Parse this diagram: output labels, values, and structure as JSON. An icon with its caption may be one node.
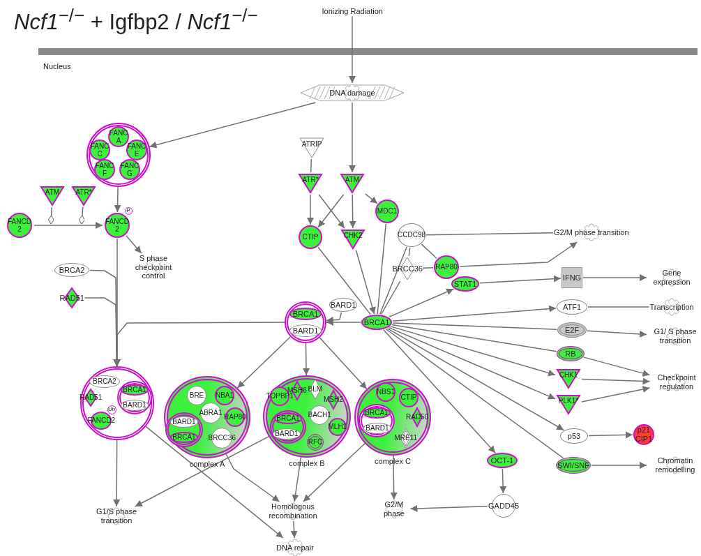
{
  "diagram": {
    "title": "*Ncf1*$^{−/−}$ + Igfbp2 / *Ncf1*$^{−/−}$",
    "nodes": [
      {
        "text": [
          "Ionizing Radiation"
        ]
      },
      {
        "text": [
          "DNA damage"
        ]
      },
      {
        "text": [],
        "shape": "circle"
      },
      {
        "text": [
          "FANC A"
        ],
        "in": 2
      },
      {
        "text": [
          "FANC C"
        ],
        "in": 2
      },
      {
        "text": [
          "FANC E"
        ],
        "in": 2
      },
      {
        "text": [
          "FANC F"
        ],
        "in": 2
      },
      {
        "text": [
          "FANC G"
        ],
        "in": 2
      },
      {
        "text": [
          "ATM"
        ]
      },
      {
        "text": [
          "ATR*"
        ]
      },
      {
        "text": [
          "FANCD 2"
        ]
      },
      {
        "text": [
          "FANCD 2"
        ]
      },
      {
        "text": [
          "P"
        ]
      },
      {
        "text": [
          "S phase checkpoint control"
        ]
      },
      {
        "text": [
          "BRCA2"
        ]
      },
      {
        "text": [
          "RAD51"
        ]
      },
      {
        "text": [
          "ATRIP"
        ]
      },
      {
        "text": [
          "ATR*"
        ]
      },
      {
        "text": [
          "ATM"
        ]
      },
      {
        "text": [
          "MDC1"
        ]
      },
      {
        "text": [
          "CTIP"
        ]
      },
      {
        "text": [
          "CHK2"
        ]
      },
      {
        "text": [
          "CCDC98"
        ]
      },
      {
        "text": [
          "BRCC36"
        ]
      },
      {
        "text": [
          "RAP80"
        ]
      },
      {
        "text": [
          "STAT1"
        ]
      },
      {
        "text": [
          "G2/M phase transition"
        ]
      },
      {
        "text": [
          "IFNG"
        ]
      },
      {
        "text": [
          "Gene expression"
        ]
      },
      {
        "text": [
          "BARD1"
        ]
      },
      {
        "text": [],
        "shape": "circle"
      },
      {
        "text": [
          "BRCA1"
        ],
        "in": 30
      },
      {
        "text": [
          "BARD1"
        ],
        "in": 30
      },
      {
        "text": [
          "BRCA1"
        ]
      },
      {
        "text": [
          "ATF1"
        ]
      },
      {
        "text": [
          "Transcription"
        ]
      },
      {
        "text": [
          "E2F"
        ]
      },
      {
        "text": [
          "G1/ S phase transition"
        ]
      },
      {
        "text": [
          "RB"
        ]
      },
      {
        "text": [
          "CHK1"
        ]
      },
      {
        "text": [
          "PLK1*"
        ]
      },
      {
        "text": [
          "Checkpoint regulation"
        ]
      },
      {
        "text": [
          "p53"
        ]
      },
      {
        "text": [
          "p21 CIP1"
        ]
      },
      {
        "text": [
          "OCT-1"
        ]
      },
      {
        "text": [
          "SWI/SNF"
        ]
      },
      {
        "text": [
          "Chromatin remodelling"
        ]
      },
      {
        "text": [],
        "shape": "circle"
      },
      {
        "text": [
          "BRCA2"
        ],
        "in": 47
      },
      {
        "text": [
          "RAD51"
        ],
        "in": 47
      },
      {
        "text": [
          "Ub"
        ],
        "in": 47
      },
      {
        "text": [
          "FANCD2"
        ],
        "in": 47
      },
      {
        "text": [],
        "shape": "circle",
        "in": 47
      },
      {
        "text": [
          "BRCA1"
        ],
        "in": 52
      },
      {
        "text": [
          "BARD1"
        ],
        "in": 52
      },
      {
        "text": [
          "complex A"
        ]
      },
      {
        "text": [
          "BRE"
        ],
        "in": 55
      },
      {
        "text": [
          "NBA1"
        ],
        "in": 55
      },
      {
        "text": [
          "ABRA1"
        ],
        "in": 55
      },
      {
        "text": [
          "RAP80"
        ],
        "in": 55
      },
      {
        "text": [],
        "shape": "circle",
        "in": 55
      },
      {
        "text": [
          "BARD1"
        ],
        "in": 60
      },
      {
        "text": [
          "BRCA1"
        ],
        "in": 60
      },
      {
        "text": [
          "BRCC36"
        ],
        "in": 55
      },
      {
        "text": [
          "complex B"
        ]
      },
      {
        "text": [
          "TOPBP1"
        ],
        "in": 64
      },
      {
        "text": [
          "MSH6"
        ],
        "in": 64
      },
      {
        "text": [
          "BLM"
        ],
        "in": 64
      },
      {
        "text": [
          "MSH2"
        ],
        "in": 64
      },
      {
        "text": [],
        "shape": "circle",
        "in": 64
      },
      {
        "text": [
          "BRCA1"
        ],
        "in": 69
      },
      {
        "text": [
          "BARD1"
        ],
        "in": 69
      },
      {
        "text": [
          "BACH1"
        ],
        "in": 64
      },
      {
        "text": [
          "MLH1"
        ],
        "in": 64
      },
      {
        "text": [
          "RFC"
        ],
        "in": 64
      },
      {
        "text": [
          "complex C"
        ]
      },
      {
        "text": [
          "NBS1"
        ],
        "in": 75
      },
      {
        "text": [
          "CTIP"
        ],
        "in": 75
      },
      {
        "text": [],
        "shape": "circle",
        "in": 75
      },
      {
        "text": [
          "BRCA1"
        ],
        "in": 78
      },
      {
        "text": [
          "BARD1"
        ],
        "in": 78
      },
      {
        "text": [
          "RAD50"
        ],
        "in": 75
      },
      {
        "text": [
          "MRE11"
        ],
        "in": 75
      },
      {
        "text": [
          "G1/S phase transition"
        ]
      },
      {
        "text": [
          "Homologous recombination"
        ]
      },
      {
        "text": [
          "G2/M phase"
        ]
      },
      {
        "text": [
          "GADD45"
        ]
      },
      {
        "text": [
          "DNA repair"
        ]
      }
    ],
    "edges": [
      {
        "from": 0,
        "to": 1,
        "arrow": "to"
      },
      {
        "from": 1,
        "to": 2,
        "arrow": "to"
      },
      {
        "from": 1,
        "to": 18,
        "arrow": "to"
      },
      {
        "from": 16,
        "to": 17,
        "arrow": "none"
      },
      {
        "from": 17,
        "to": 20,
        "arrow": "to"
      },
      {
        "from": 17,
        "to": 21,
        "arrow": "to"
      },
      {
        "from": 18,
        "to": 20,
        "arrow": "to"
      },
      {
        "from": 18,
        "to": 21,
        "arrow": "to"
      },
      {
        "from": 18,
        "to": 19,
        "arrow": "to"
      },
      {
        "from": 2,
        "to": 11,
        "arrow": "to"
      },
      {
        "from": 10,
        "to": 11,
        "arrow": "to"
      },
      {
        "from": 8,
        "to": null,
        "arrow": "other"
      },
      {
        "from": 9,
        "to": null,
        "arrow": "other"
      },
      {
        "from": 11,
        "to": 13,
        "arrow": "to"
      },
      {
        "from": 11,
        "to": 47,
        "arrow": "to"
      },
      {
        "from": 14,
        "to": 47,
        "arrow": "to"
      },
      {
        "from": 15,
        "to": 47,
        "arrow": "to"
      },
      {
        "from": 30,
        "to": 47,
        "arrow": "to"
      },
      {
        "from": 29,
        "to": 30,
        "arrow": "to"
      },
      {
        "from": 33,
        "to": 30,
        "arrow": "to"
      },
      {
        "from": 19,
        "to": 33,
        "arrow": "none"
      },
      {
        "from": 20,
        "to": 33,
        "arrow": "none"
      },
      {
        "from": 21,
        "to": 33,
        "arrow": "to"
      },
      {
        "from": 22,
        "to": 33,
        "arrow": "none"
      },
      {
        "from": 23,
        "to": 33,
        "arrow": "none"
      },
      {
        "from": 22,
        "to": 26,
        "arrow": "none"
      },
      {
        "from": 22,
        "to": 24,
        "arrow": "none"
      },
      {
        "from": 23,
        "to": 24,
        "arrow": "none"
      },
      {
        "from": 22,
        "to": 23,
        "arrow": "none"
      },
      {
        "from": 24,
        "to": 26,
        "arrow": "to"
      },
      {
        "from": 33,
        "to": 25,
        "arrow": "to"
      },
      {
        "from": 25,
        "to": 27,
        "arrow": "to"
      },
      {
        "from": 27,
        "to": 28,
        "arrow": "to"
      },
      {
        "from": 33,
        "to": 34,
        "arrow": "to"
      },
      {
        "from": 34,
        "to": 35,
        "arrow": "none"
      },
      {
        "from": 33,
        "to": 36,
        "arrow": "none"
      },
      {
        "from": 36,
        "to": 37,
        "arrow": "to"
      },
      {
        "from": 33,
        "to": 38,
        "arrow": "none"
      },
      {
        "from": 38,
        "to": 41,
        "arrow": "to"
      },
      {
        "from": 33,
        "to": 39,
        "arrow": "to"
      },
      {
        "from": 39,
        "to": 41,
        "arrow": "to"
      },
      {
        "from": 33,
        "to": 40,
        "arrow": "to"
      },
      {
        "from": 40,
        "to": 41,
        "arrow": "to"
      },
      {
        "from": 33,
        "to": 42,
        "arrow": "to"
      },
      {
        "from": 42,
        "to": 43,
        "arrow": "to"
      },
      {
        "from": 33,
        "to": 45,
        "arrow": "none"
      },
      {
        "from": 45,
        "to": 46,
        "arrow": "to"
      },
      {
        "from": 33,
        "to": 44,
        "arrow": "to"
      },
      {
        "from": 44,
        "to": 86,
        "arrow": "to"
      },
      {
        "from": 86,
        "to": 85,
        "arrow": "to"
      },
      {
        "from": 30,
        "to": 55,
        "arrow": "to"
      },
      {
        "from": 30,
        "to": 64,
        "arrow": "to"
      },
      {
        "from": 30,
        "to": 75,
        "arrow": "to"
      },
      {
        "from": 47,
        "to": 83,
        "arrow": "to"
      },
      {
        "from": 47,
        "to": 87,
        "arrow": "to"
      },
      {
        "from": 55,
        "to": 84,
        "arrow": "to"
      },
      {
        "from": 64,
        "to": 83,
        "arrow": "to"
      },
      {
        "from": 64,
        "to": 84,
        "arrow": "to"
      },
      {
        "from": 75,
        "to": 84,
        "arrow": "to"
      },
      {
        "from": 75,
        "to": 85,
        "arrow": "to"
      },
      {
        "from": 84,
        "to": 87,
        "arrow": "to"
      }
    ],
    "labels": [
      "Nucleus"
    ]
  }
}
